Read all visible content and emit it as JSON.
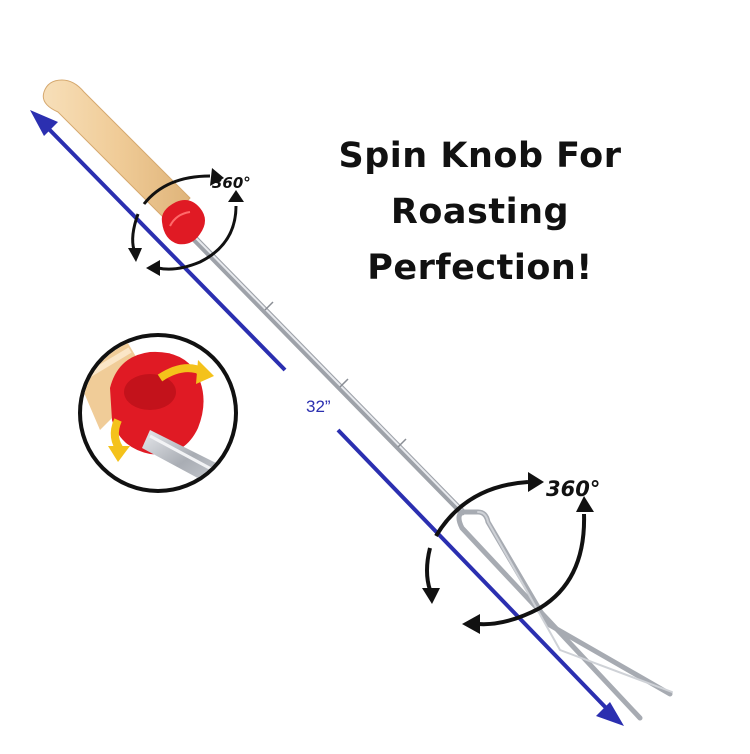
{
  "headline": {
    "line1": "Spin Knob For",
    "line2": "Roasting",
    "line3": "Perfection!"
  },
  "length_label": "32”",
  "rotation_label_top": "360°",
  "rotation_label_bottom": "360°",
  "colors": {
    "measure_arrow": "#2b2fb0",
    "handle_wood": "#f2d3a5",
    "knob_red": "#e01a24",
    "steel": "#b9bcc2",
    "rotation_arrow_yellow": "#f4c21b",
    "text": "#111111"
  },
  "icons": [
    "rotation-arrow-icon",
    "length-arrow-icon"
  ]
}
